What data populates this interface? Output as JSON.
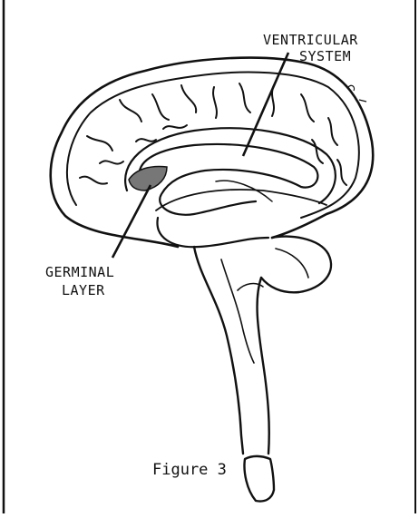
{
  "labels": {
    "ventricular_line1": "VENTRICULAR",
    "ventricular_line2": "SYSTEM",
    "germinal_line1": "GERMINAL",
    "germinal_line2": "LAYER"
  },
  "caption": "Figure 3",
  "colors": {
    "ink": "#111111",
    "background": "#ffffff"
  }
}
